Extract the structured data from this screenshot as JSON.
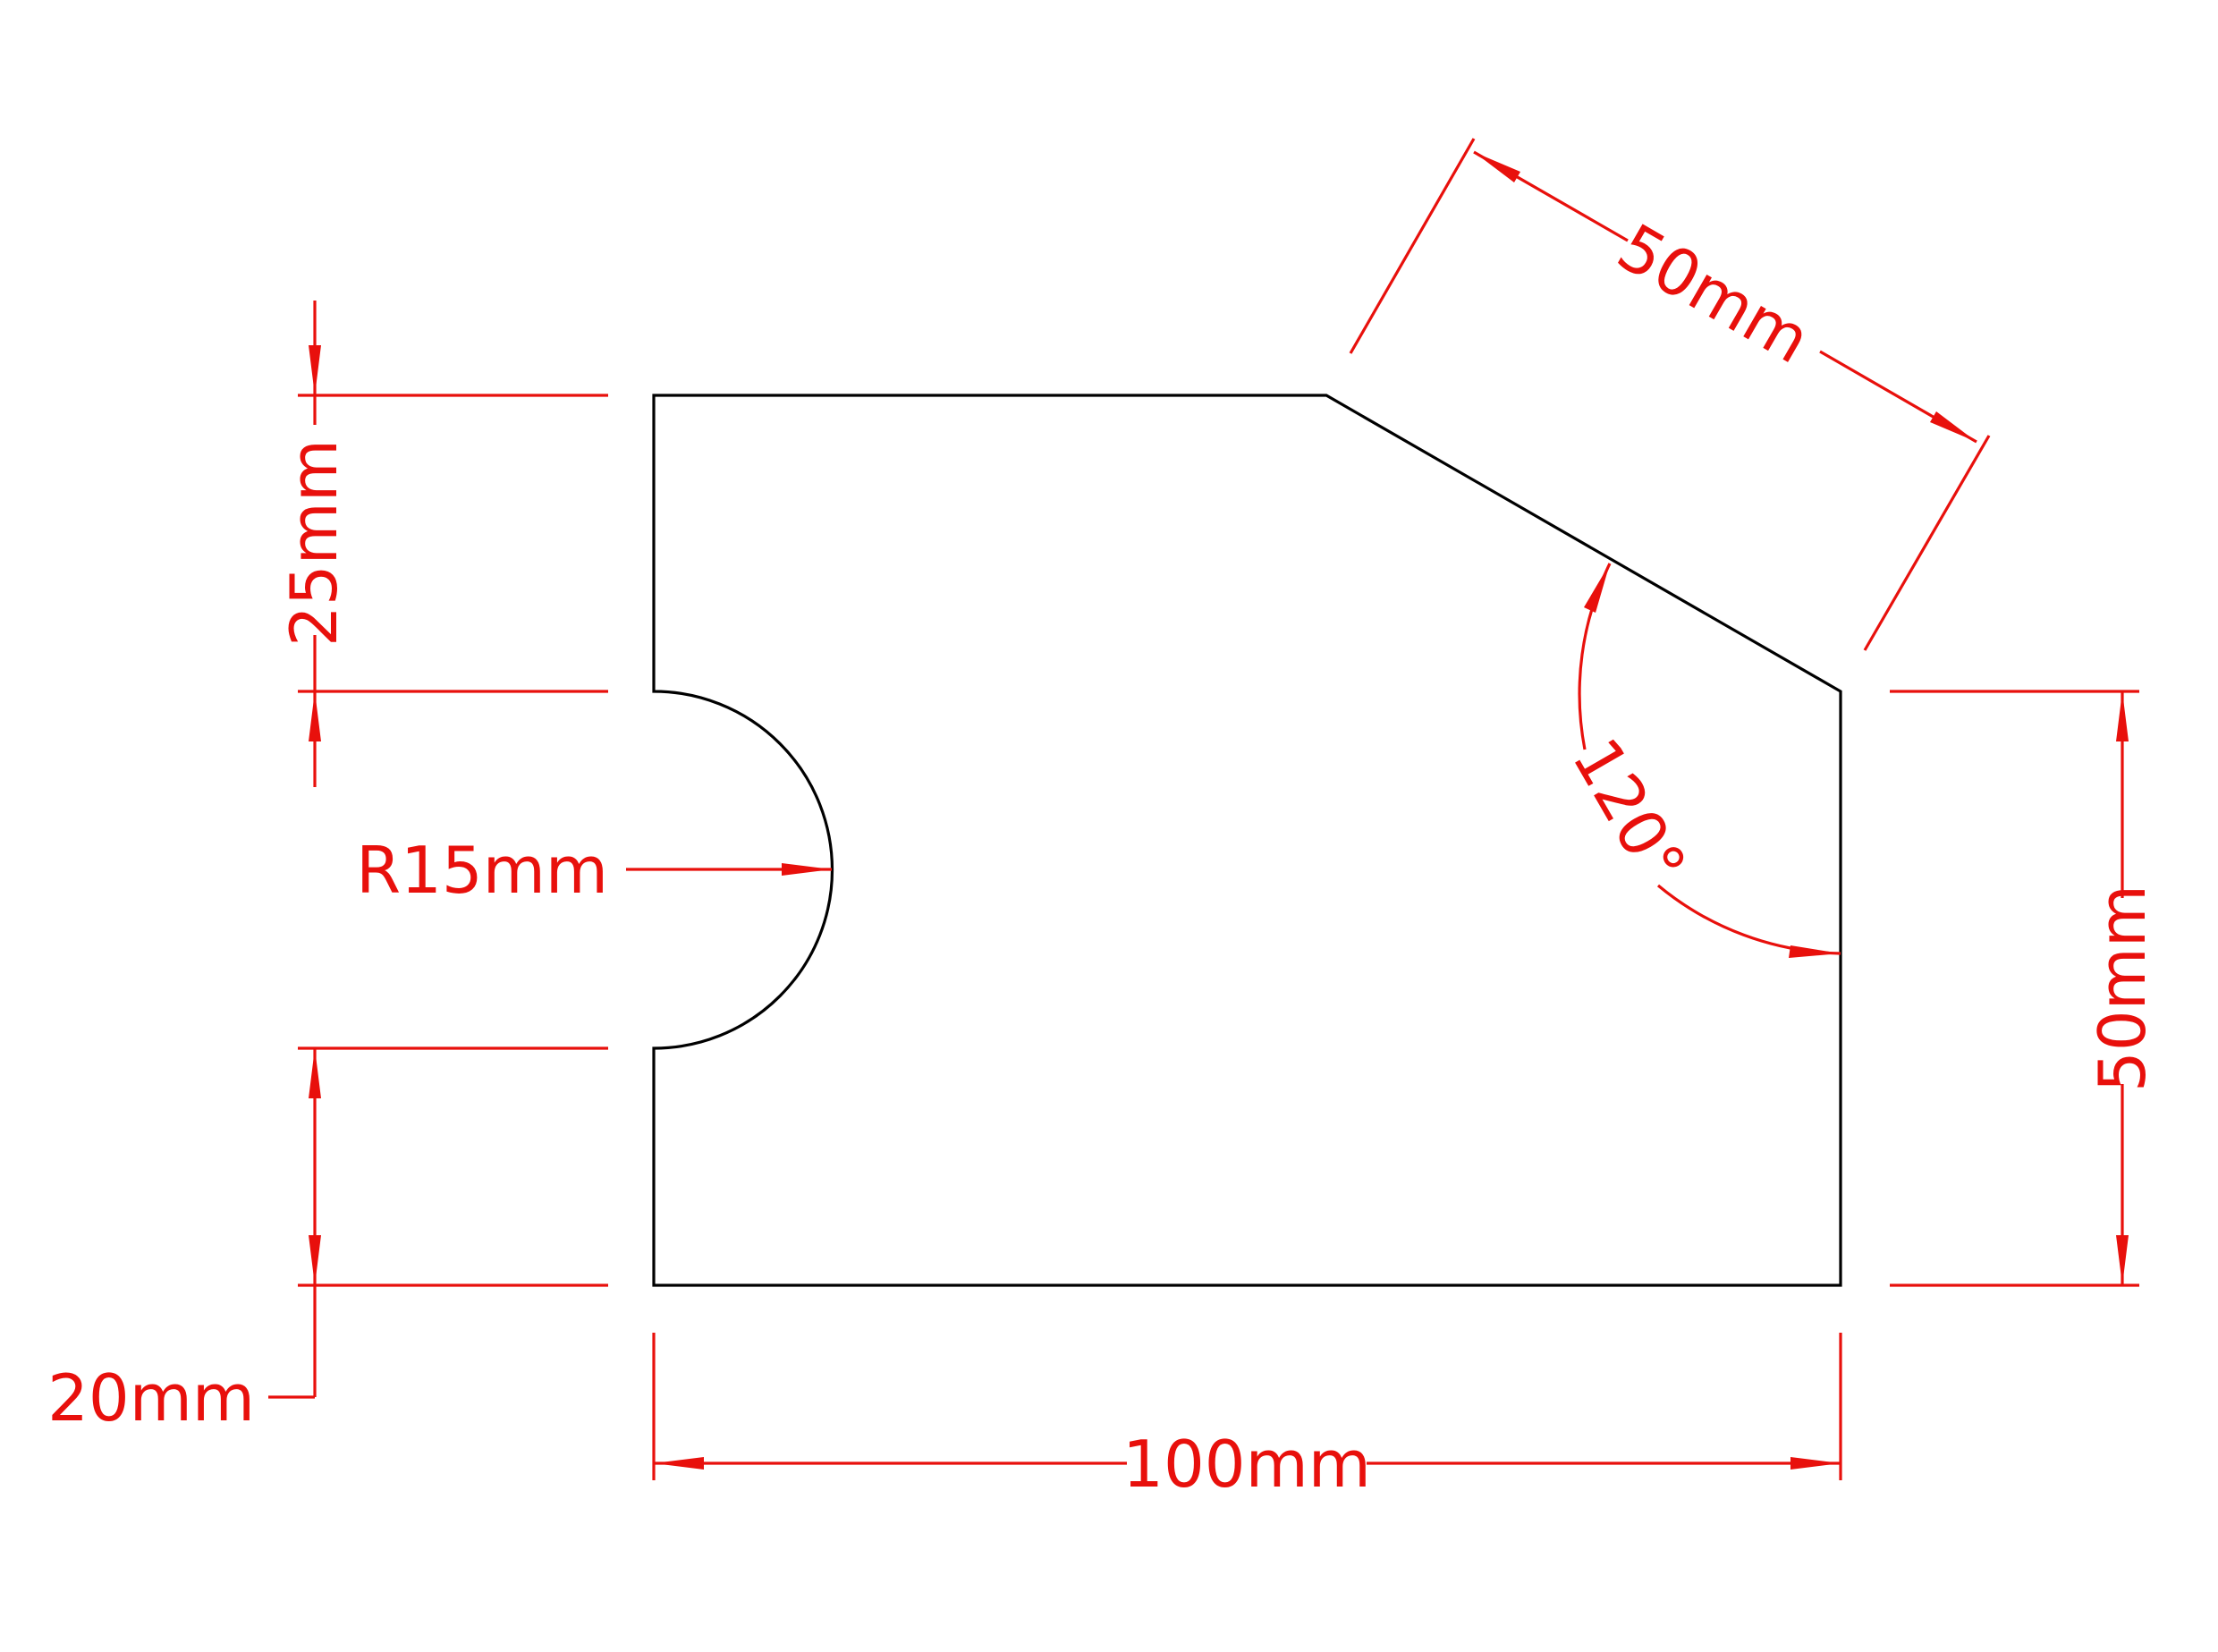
{
  "colors": {
    "background": "#ffffff",
    "outline": "#000000",
    "dimension": "#e8100c"
  },
  "dimensions": {
    "top_vertical": "25mm",
    "slant_length": "50mm",
    "right_height": "50mm",
    "arc_radius": "R15mm",
    "angle": "120°",
    "bottom_vertical": "20mm",
    "overall_width": "100mm"
  }
}
